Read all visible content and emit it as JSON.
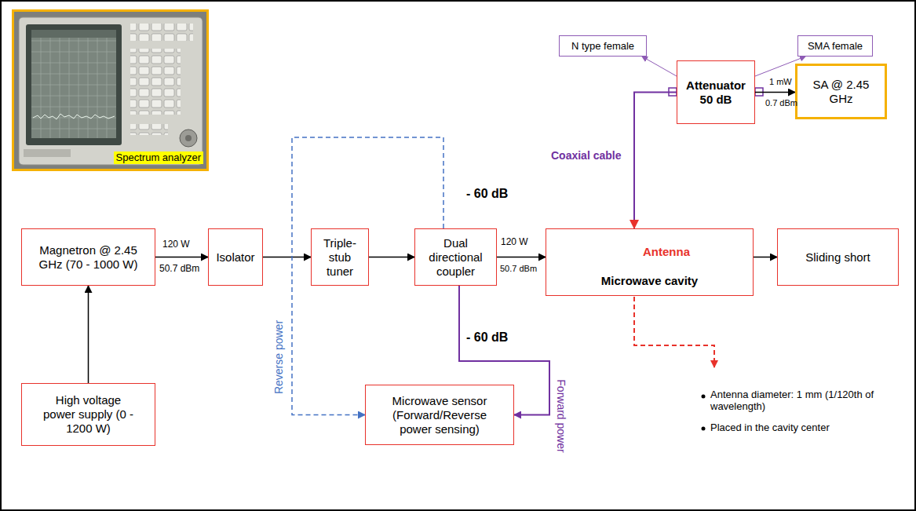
{
  "diagram": {
    "nodes": [
      {
        "text": [
          "Spectrum analyzer"
        ]
      },
      {
        "text": [
          "N type female"
        ]
      },
      {
        "text": [
          "SMA female"
        ]
      },
      {
        "text": [
          "Attenuator 50 dB"
        ]
      },
      {
        "text": [
          "SA @ 2.45 GHz"
        ]
      },
      {
        "text": [
          "Magnetron @ 2.45 GHz (70 - 1000 W)"
        ]
      },
      {
        "text": [
          "Isolator"
        ]
      },
      {
        "text": [
          "Triple-stub tuner"
        ]
      },
      {
        "text": [
          "Dual directional coupler"
        ]
      },
      {
        "text": [
          "Antenna",
          "Microwave cavity"
        ]
      },
      {
        "text": [
          "Sliding short"
        ]
      },
      {
        "text": [
          "High voltage power supply (0 - 1200 W)"
        ]
      },
      {
        "text": [
          "Microwave sensor (Forward/Reverse power sensing)"
        ]
      }
    ],
    "edges": [
      {
        "from": 11,
        "to": 5,
        "arrow": "to"
      },
      {
        "from": 5,
        "to": 6,
        "arrow": "to"
      },
      {
        "from": 6,
        "to": 7,
        "arrow": "to"
      },
      {
        "from": 7,
        "to": 8,
        "arrow": "to"
      },
      {
        "from": 8,
        "to": 9,
        "arrow": "to"
      },
      {
        "from": 9,
        "to": 10,
        "arrow": "to"
      },
      {
        "from": 8,
        "to": 12,
        "arrow": "to"
      },
      {
        "from": 8,
        "to": 12,
        "arrow": "to"
      },
      {
        "from": 3,
        "to": 9,
        "arrow": "to"
      },
      {
        "from": 3,
        "to": 4,
        "arrow": "to"
      },
      {
        "from": 3,
        "to": 1,
        "arrow": "to"
      },
      {
        "from": 3,
        "to": 2,
        "arrow": "to"
      }
    ],
    "labels": [
      "120 W",
      "50.7 dBm",
      "- 60 dB",
      "120 W",
      "50.7 dBm",
      "- 60 dB",
      "Reverse power",
      "Forward power",
      "Coaxial cable",
      "1 mW",
      "0.7 dBm",
      "Antenna diameter: 1 mm (1/120th of wavelength)",
      "Placed in the cavity center"
    ]
  }
}
